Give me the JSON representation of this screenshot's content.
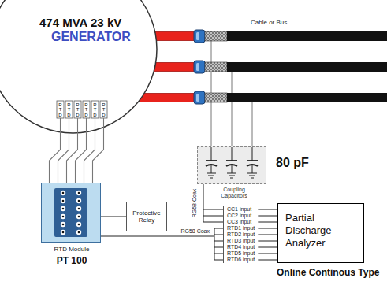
{
  "diagram": {
    "nodes": [
      {
        "text": [
          "474 MVA 23 kV",
          "GENERATOR"
        ]
      },
      {
        "text": [
          "Coupling Capacitors"
        ]
      },
      {
        "text": [
          "RTD Module",
          "PT 100"
        ]
      },
      {
        "text": [
          "Protective Relay"
        ]
      },
      {
        "text": [
          "CC1 input",
          "CC2 input",
          "CC3 input",
          "RTD1 input",
          "RTD2 input",
          "RTD3 input",
          "RTD4 input",
          "RTD5 input",
          "RTD6 input"
        ]
      },
      {
        "text": [
          "Partial Discharge Analyzer",
          "Online Continous Type"
        ]
      }
    ],
    "edges": [
      {
        "from": 0,
        "to": 2,
        "arrow": "none"
      },
      {
        "from": 2,
        "to": 3,
        "arrow": "none"
      },
      {
        "from": 1,
        "to": 4,
        "arrow": "none",
        "label": "RG58 Coax"
      },
      {
        "from": 2,
        "to": 4,
        "arrow": "none",
        "label": "RG58 Coax"
      },
      {
        "from": 4,
        "to": 5,
        "arrow": "none"
      }
    ],
    "labels": [
      "Cable or Bus",
      "80 pF",
      "RTD",
      "RTD",
      "RTD",
      "RTD",
      "RTD",
      "RTD"
    ]
  }
}
